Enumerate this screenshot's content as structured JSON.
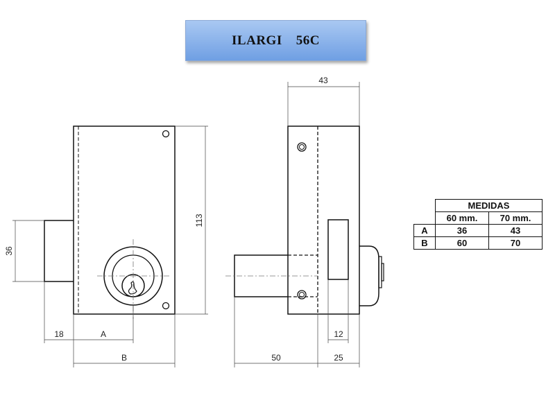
{
  "title": {
    "model": "ILARGI",
    "code": "56C"
  },
  "dimensions": {
    "depth": "43",
    "height": "113",
    "cylinder": "36",
    "offset": "18",
    "a": "A",
    "b": "B",
    "projection": "50",
    "rear": "25",
    "knob": "12"
  },
  "table": {
    "header": "MEDIDAS",
    "columns": [
      "60 mm.",
      "70 mm."
    ],
    "rows": [
      {
        "label": "A",
        "values": [
          "36",
          "43"
        ]
      },
      {
        "label": "B",
        "values": [
          "60",
          "70"
        ]
      }
    ]
  }
}
